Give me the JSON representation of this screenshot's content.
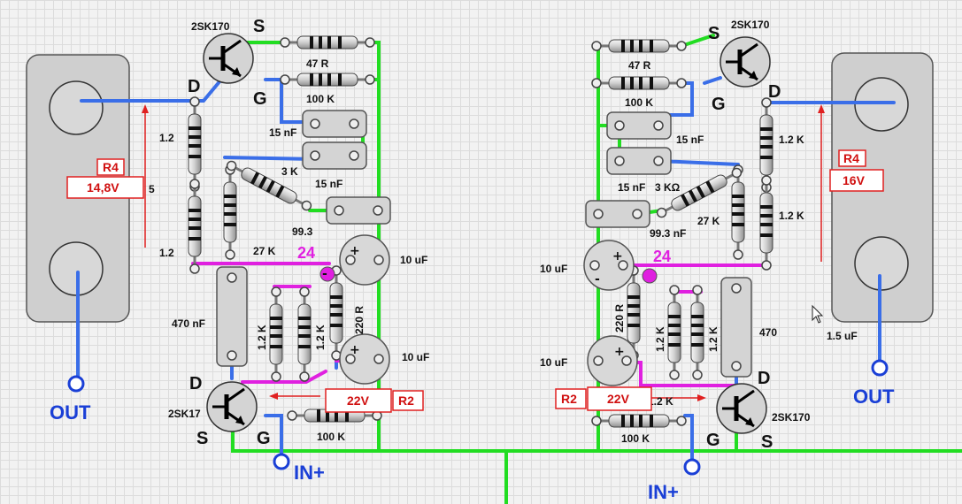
{
  "left_channel": {
    "transistor_top": "2SK170",
    "transistor_bottom": "2SK17",
    "pin_s_top": "S",
    "pin_g_top": "G",
    "pin_d_top": "D",
    "pin_d_bottom": "D",
    "pin_s_bottom": "S",
    "pin_g_bottom": "G",
    "res_47r": "47 R",
    "res_100k_top": "100 K",
    "res_3k": "3 K",
    "res_27k": "27 K",
    "res_1_2_a": "1.2",
    "res_1_2_b": "1.2",
    "res_1_2k_a": "1.2 K",
    "res_1_2k_b": "1.2 K",
    "res_220r": "220 R",
    "res_100k_bottom": "100 K",
    "res_99_3": "99.3",
    "res_5": "5",
    "cap_15nf_a": "15 nF",
    "cap_15nf_b": "15 nF",
    "cap_10uf_a": "10 uF",
    "cap_10uf_b": "10 uF",
    "cap_470nf": "470 nF",
    "node_24": "24",
    "r4_tag": "R4",
    "r4_value": "14,8V",
    "r2_value": "22V",
    "r2_tag": "R2",
    "out_label": "OUT",
    "in_label": "IN+",
    "cap_plus_1": "+",
    "cap_plus_2": "+",
    "cap_minus": "-"
  },
  "right_channel": {
    "transistor_top": "2SK170",
    "transistor_bottom": "2SK170",
    "pin_s_top": "S",
    "pin_g_top": "G",
    "pin_d_top": "D",
    "pin_d_bottom": "D",
    "pin_s_bottom": "S",
    "pin_g_bottom": "G",
    "res_47r": "47 R",
    "res_100k_top": "100 K",
    "res_3k": "3 KΩ",
    "res_27k": "27 K",
    "res_1_2k_a": "1.2 K",
    "res_1_2k_b": "1.2 K",
    "res_1_2k_c": "1.2 K",
    "res_1_2k_d": "1.2 K",
    "res_1_2k_e": "1.2 K",
    "res_220r": "220 R",
    "res_100k_bottom": "100 K",
    "res_99_3": "99.3 nF",
    "cap_15nf_a": "15 nF",
    "cap_15nf_b": "15 nF",
    "cap_10uf_a": "10 uF",
    "cap_10uf_b": "10 uF",
    "cap_470": "470",
    "cap_1_5uf": "1.5 uF",
    "node_24": "24",
    "r4_tag": "R4",
    "r4_value": "16V",
    "r2_value": "22V",
    "r2_tag": "R2",
    "out_label": "OUT",
    "in_label": "IN+",
    "cap_plus_1": "+",
    "cap_plus_2": "+",
    "cap_minus": "-"
  },
  "colors": {
    "ground_wire": "#22dd22",
    "signal_wire": "#3a6ee8",
    "bias_wire": "#e020e0",
    "measure_box": "#e02020",
    "io_text": "#1a3fd6"
  }
}
